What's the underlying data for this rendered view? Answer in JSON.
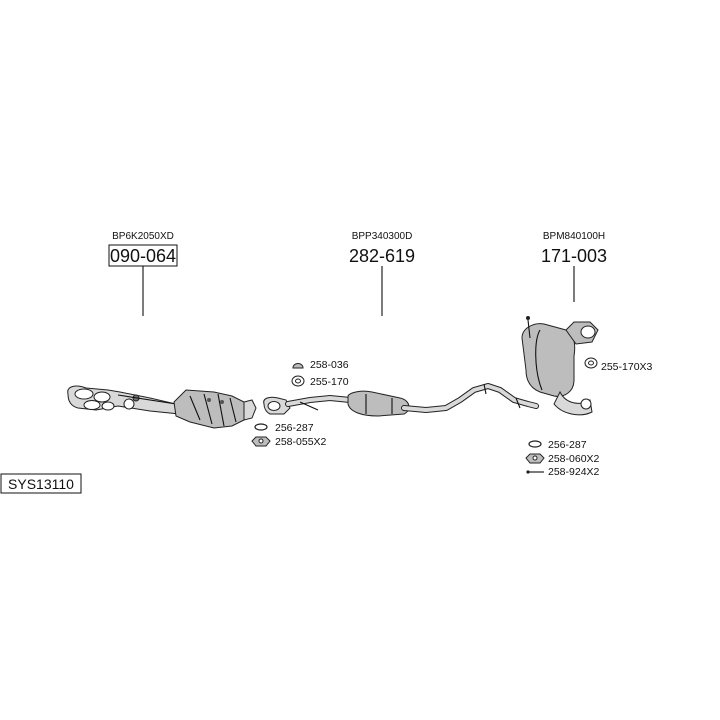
{
  "diagram": {
    "system_code": "SYS13110",
    "sections": [
      {
        "ref_code": "BP6K2050XD",
        "part_number": "090-064"
      },
      {
        "ref_code": "BPP340300D",
        "part_number": "282-619"
      },
      {
        "ref_code": "BPM840100H",
        "part_number": "171-003"
      }
    ],
    "accessories": [
      "258-036",
      "255-170",
      "256-287",
      "258-055X2",
      "255-170X3",
      "256-287",
      "258-060X2",
      "258-924X2"
    ]
  }
}
